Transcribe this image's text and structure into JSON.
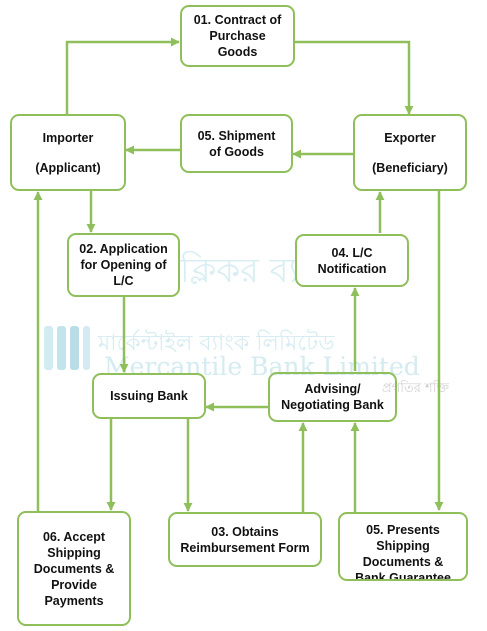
{
  "watermark": {
    "bank_name_bn": "মার্কেন্টাইল ব্যাংক লিমিটেড",
    "bank_name_en": "Mercantile Bank Limited",
    "tagline_bn": "প্রগতির শক্তি",
    "logo_script_bn": "ক্লিকর ব্যাং"
  },
  "nodes": {
    "contract": {
      "lines": [
        "01. Contract of",
        "Purchase",
        "Goods"
      ]
    },
    "importer": {
      "lines": [
        "Importer",
        "",
        "(Applicant)"
      ]
    },
    "shipment": {
      "lines": [
        "05. Shipment",
        "of Goods"
      ]
    },
    "exporter": {
      "lines": [
        "Exporter",
        "",
        "(Beneficiary)"
      ]
    },
    "application": {
      "lines": [
        "02. Application",
        "for Opening of",
        "L/C"
      ]
    },
    "notification": {
      "lines": [
        "04. L/C",
        "Notification"
      ]
    },
    "issuing_bank": {
      "lines": [
        "Issuing Bank"
      ]
    },
    "advising_bank": {
      "lines": [
        "Advising/",
        "Negotiating Bank"
      ]
    },
    "accept_shipping": {
      "lines": [
        "06. Accept",
        "Shipping",
        "Documents &",
        "Provide",
        "Payments"
      ]
    },
    "reimbursement": {
      "lines": [
        "03. Obtains",
        "Reimbursement Form"
      ]
    },
    "presents_shipping": {
      "lines": [
        "05. Presents",
        "Shipping",
        "Documents &",
        "Bank Guarantee"
      ]
    }
  },
  "colors": {
    "accent": "#8fbf5a",
    "text": "#111111",
    "watermark": "#a8d8e4"
  }
}
